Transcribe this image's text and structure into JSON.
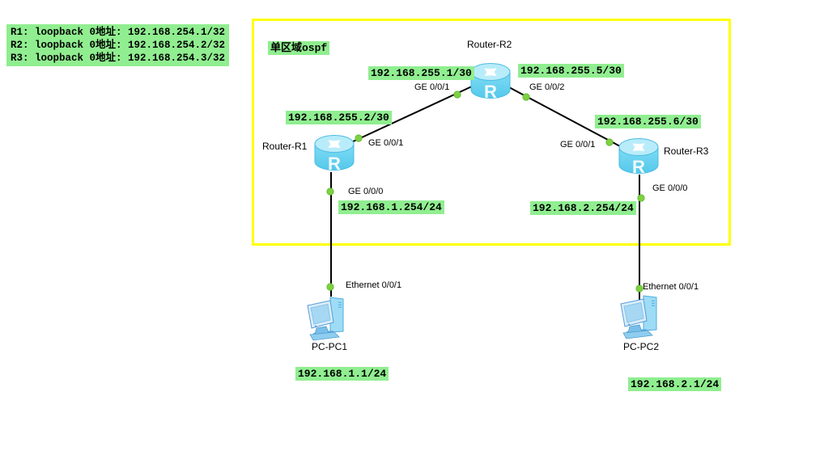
{
  "legend": {
    "lines": [
      "R1: loopback 0地址: 192.168.254.1/32",
      "R2: loopback 0地址: 192.168.254.2/32",
      "R3: loopback 0地址: 192.168.254.3/32"
    ]
  },
  "ospf_area": {
    "label": "单区域ospf"
  },
  "devices": {
    "router_r1": {
      "label": "Router-R1",
      "type": "router"
    },
    "router_r2": {
      "label": "Router-R2",
      "type": "router"
    },
    "router_r3": {
      "label": "Router-R3",
      "type": "router"
    },
    "pc_pc1": {
      "label": "PC-PC1",
      "type": "pc"
    },
    "pc_pc2": {
      "label": "PC-PC2",
      "type": "pc"
    }
  },
  "icons": {
    "router_glyph": "R"
  },
  "links": [
    {
      "from": "Router-R1",
      "from_port": "GE 0/0/1",
      "to": "Router-R2",
      "to_port": "GE 0/0/1"
    },
    {
      "from": "Router-R2",
      "from_port": "GE 0/0/2",
      "to": "Router-R3",
      "to_port": "GE 0/0/1"
    },
    {
      "from": "Router-R1",
      "from_port": "GE 0/0/0",
      "to": "PC-PC1",
      "to_port": "Ethernet 0/0/1"
    },
    {
      "from": "Router-R3",
      "from_port": "GE 0/0/0",
      "to": "PC-PC2",
      "to_port": "Ethernet 0/0/1"
    }
  ],
  "ip_labels": {
    "r2_ge001": "192.168.255.1/30",
    "r2_ge002": "192.168.255.5/30",
    "r1_ge001": "192.168.255.2/30",
    "r3_ge001": "192.168.255.6/30",
    "r1_ge000": "192.168.1.254/24",
    "r3_ge000": "192.168.2.254/24",
    "pc1": "192.168.1.1/24",
    "pc2": "192.168.2.1/24"
  },
  "colors": {
    "annotation_bg": "#90EE90",
    "area_border": "#FFFF00",
    "link_line": "#000000",
    "port_up_dot": "#7ED141",
    "router_body": "#6FD4F2",
    "router_top": "#B9ECFA",
    "pc_screen": "#A6D8F3"
  }
}
